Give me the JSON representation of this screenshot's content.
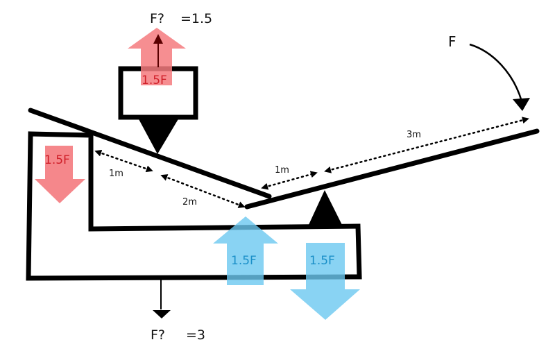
{
  "colors": {
    "red_arrow": "#f47a7e",
    "red_text": "#d0202a",
    "blue_arrow": "#6cc8f0",
    "blue_text": "#1a8fc8",
    "stroke": "#000000"
  },
  "labels": {
    "top_question": "F?",
    "top_answer": "=1.5",
    "bottom_question": "F?",
    "bottom_answer": "=3",
    "applied_force": "F"
  },
  "forces": {
    "top_red": "1.5F",
    "left_red": "1.5F",
    "blue_up": "1.5F",
    "blue_down": "1.5F"
  },
  "dimensions": {
    "left_lever_short": "1m",
    "left_lever_long": "2m",
    "right_lever_short": "1m",
    "right_lever_long": "3m"
  }
}
